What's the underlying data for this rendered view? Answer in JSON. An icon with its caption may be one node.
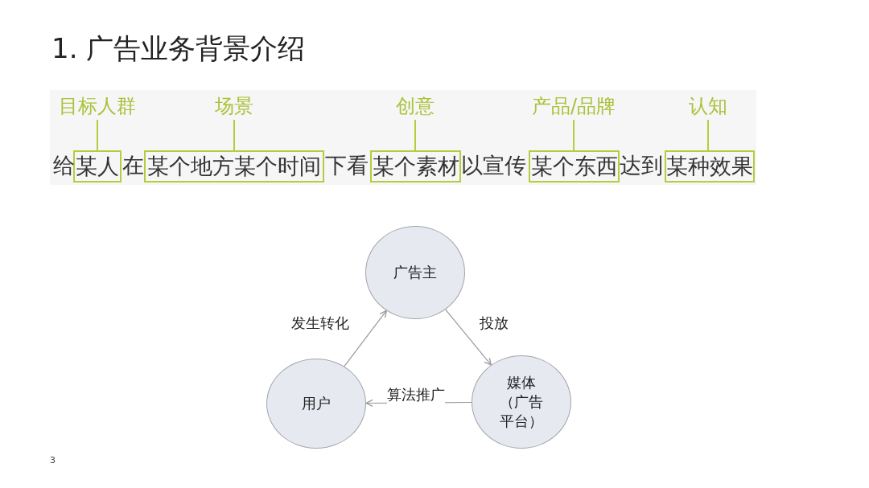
{
  "diagram": {
    "title": "1.  广告业务背景介绍",
    "nodes": [
      {
        "text": [
          "目标人群"
        ]
      },
      {
        "text": [
          "场景"
        ]
      },
      {
        "text": [
          "创意"
        ]
      },
      {
        "text": [
          "产品/品牌"
        ]
      },
      {
        "text": [
          "认知"
        ]
      },
      {
        "text": [
          "某人"
        ]
      },
      {
        "text": [
          "某个地方某个时间"
        ]
      },
      {
        "text": [
          "某个素材"
        ]
      },
      {
        "text": [
          "某个东西"
        ]
      },
      {
        "text": [
          "某种效果"
        ]
      },
      {
        "text": [
          "广告主"
        ]
      },
      {
        "text": [
          "用户"
        ]
      },
      {
        "text": [
          "媒体（广告平台）"
        ]
      }
    ],
    "edges": [
      {
        "from": 0,
        "to": 5,
        "arrow": "none"
      },
      {
        "from": 1,
        "to": 6,
        "arrow": "none"
      },
      {
        "from": 2,
        "to": 7,
        "arrow": "none"
      },
      {
        "from": 3,
        "to": 8,
        "arrow": "none"
      },
      {
        "from": 4,
        "to": 9,
        "arrow": "none"
      },
      {
        "from": 10,
        "to": 12,
        "arrow": "to",
        "label": "投放"
      },
      {
        "from": 12,
        "to": 11,
        "arrow": "to",
        "label": "算法推广"
      },
      {
        "from": 11,
        "to": 10,
        "arrow": "to",
        "label": "发生转化"
      }
    ],
    "labels": [
      "给",
      "在",
      "下看",
      "以宣传",
      "达到",
      "3"
    ]
  }
}
